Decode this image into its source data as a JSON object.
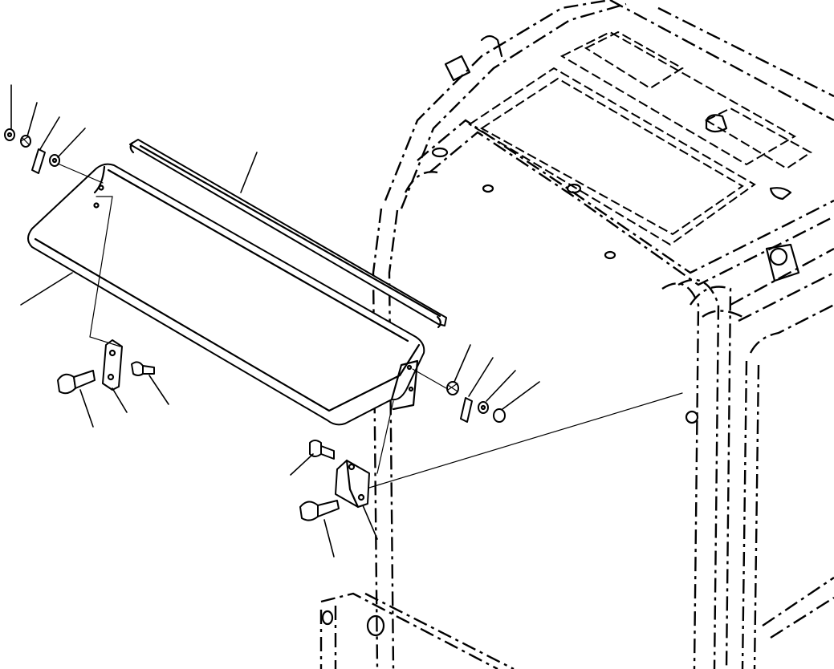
{
  "diagram": {
    "kind": "exploded-parts-view",
    "components": [
      "cab-frame",
      "sun-visor-panel",
      "seal-strip",
      "mounting-bracket-left",
      "mounting-bracket-right",
      "flange-bolt",
      "washer",
      "lock-washer",
      "spacer",
      "nut"
    ],
    "leader_count": 14
  }
}
